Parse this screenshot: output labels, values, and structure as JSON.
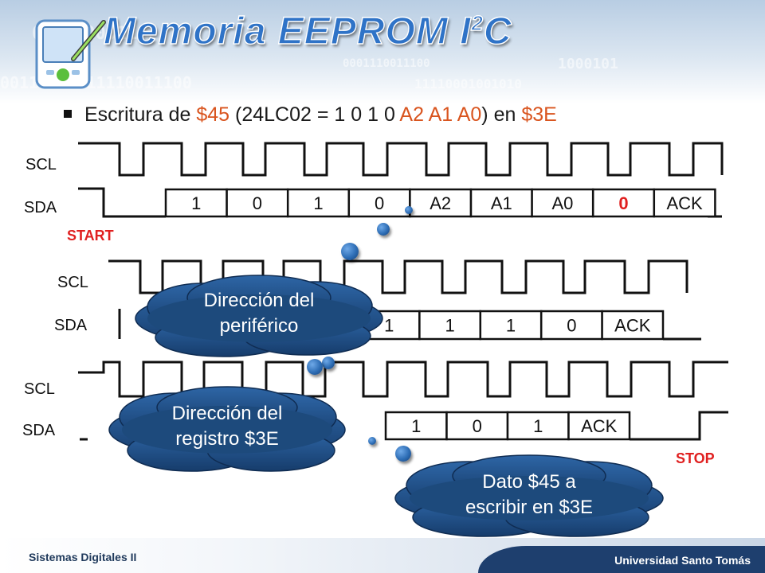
{
  "slide": {
    "title_main": "Memoria EEPROM I",
    "title_sup": "2",
    "title_end": "C",
    "bullet": {
      "t1": "Escritura de ",
      "h1": "$45",
      "t2": " (24LC02 = 1 0 1 0 ",
      "h2": "A2 A1 A0",
      "t3": ") en ",
      "h3": "$3E"
    }
  },
  "background_binary": [
    "0111100011",
    "00111100011110011100",
    "0001110011100",
    "11110001001010",
    "1000101"
  ],
  "signals": {
    "scl_label": "SCL",
    "sda_label": "SDA",
    "start_label": "START",
    "stop_label": "STOP"
  },
  "frames": [
    {
      "bits": [
        "1",
        "0",
        "1",
        "0",
        "A2",
        "A1",
        "A0",
        "0",
        "ACK"
      ],
      "highlight_index": 7
    },
    {
      "bits": [
        "1",
        "1",
        "1",
        "0",
        "ACK"
      ]
    },
    {
      "bits": [
        "1",
        "0",
        "1",
        "ACK"
      ]
    }
  ],
  "callouts": {
    "peripheral": [
      "Dirección del",
      "periférico"
    ],
    "register": [
      "Dirección del",
      "registro $3E"
    ],
    "data": [
      "Dato $45 a",
      "escribir en $3E"
    ]
  },
  "footer": {
    "left": "Sistemas Digitales II",
    "right": "Universidad Santo Tomás"
  },
  "colors": {
    "title": "#2f73c7",
    "highlight": "#d9541e",
    "marker": "#e02020",
    "cloud": "#1d4a7c"
  }
}
